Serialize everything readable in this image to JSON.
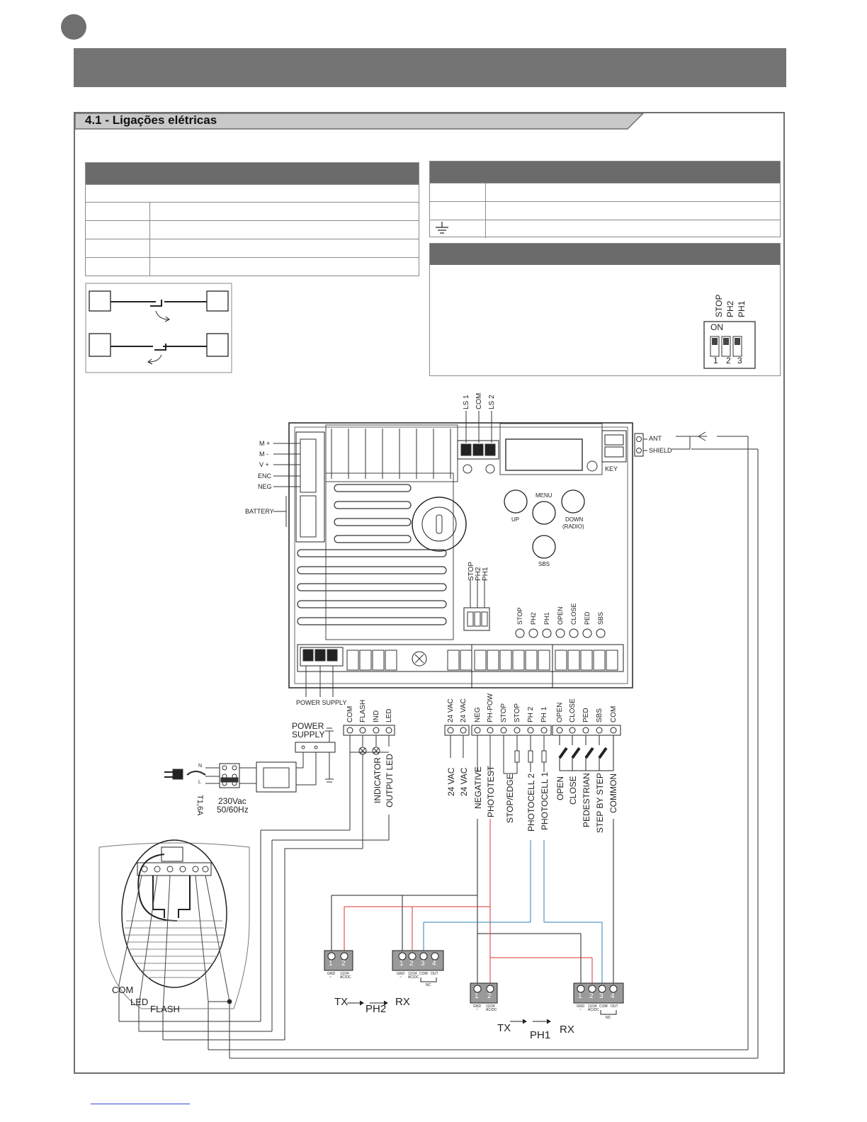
{
  "section": {
    "title": "4.1 - Ligações elétricas"
  },
  "dip_panel": {
    "on_label": "ON",
    "switch_labels": [
      "STOP",
      "PH2",
      "PH1"
    ],
    "switch_numbers": [
      "1",
      "2",
      "3"
    ]
  },
  "board": {
    "top_terminals": [
      "LS 1",
      "COM",
      "LS 2"
    ],
    "left_terminals": [
      "M +",
      "M -",
      "V +",
      "ENC",
      "NEG"
    ],
    "battery_label": "BATTERY",
    "antenna": [
      "ANT",
      "SHIELD"
    ],
    "key_label": "KEY",
    "buttons": {
      "menu": "MENU",
      "up": "UP",
      "down": "DOWN",
      "down_sub": "(RADIO)",
      "sbs": "SBS"
    },
    "board_dip_labels": [
      "STOP",
      "PH2",
      "PH1"
    ],
    "leds": [
      "STOP",
      "PH2",
      "PH1",
      "OPEN",
      "CLOSE",
      "PED",
      "SBS"
    ],
    "power_supply_label": "POWER SUPPLY"
  },
  "terminal_strip": {
    "group1": [
      "COM",
      "FLASH",
      "IND",
      "LED"
    ],
    "group2": [
      "24 VAC",
      "24 VAC"
    ],
    "group3": [
      "NEG",
      "PH-POW",
      "STOP",
      "STOP",
      "PH 2",
      "PH 1"
    ],
    "group4": [
      "OPEN",
      "CLOSE",
      "PED",
      "SBS",
      "COM"
    ]
  },
  "descriptions": {
    "group1": [
      "INDICATOR",
      "OUTPUT LED"
    ],
    "group2": [
      "24 VAC",
      "24 VAC"
    ],
    "group3": [
      "NEGATIVE",
      "PHOTOTEST",
      "STOP/EDGE",
      "PHOTOCELL 2",
      "PHOTOCELL 1"
    ],
    "group4": [
      "OPEN",
      "CLOSE",
      "PEDESTRIAN",
      "STEP BY STEP",
      "COMMON"
    ]
  },
  "mains": {
    "power_supply": [
      "POWER",
      "SUPPLY"
    ],
    "phase_labels": [
      "N",
      "L"
    ],
    "fuse": "T1,6A",
    "voltage": [
      "230Vac",
      "50/60Hz"
    ]
  },
  "lamp": {
    "labels": [
      "COM",
      "LED",
      "FLASH"
    ]
  },
  "photocells": {
    "tx_label": "TX",
    "rx_label": "RX",
    "ph2_label": "PH2",
    "ph1_label": "PH1",
    "tx_pins": [
      "1",
      "2"
    ],
    "rx_pins": [
      "1",
      "2",
      "3",
      "4"
    ],
    "tx_sub": [
      "GND",
      "12/24",
      "~",
      "AC/DC"
    ],
    "rx_sub": [
      "GND",
      "12/24",
      "COM",
      "OUT",
      "~",
      "AC/DC"
    ],
    "nc": "NC"
  }
}
